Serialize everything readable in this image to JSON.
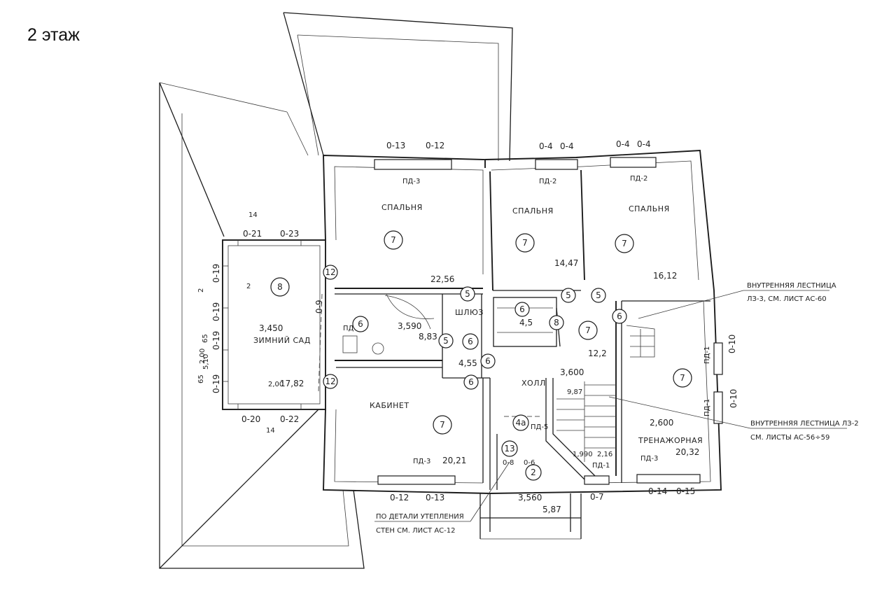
{
  "page": {
    "title": "2 этаж"
  },
  "rooms": [
    {
      "id": "bed1",
      "name": "СПАЛЬНЯ",
      "area": "22,56",
      "number": "7",
      "door": "ПД-3"
    },
    {
      "id": "bed2",
      "name": "СПАЛЬНЯ",
      "area": "14,47",
      "number": "7",
      "door": "ПД-2"
    },
    {
      "id": "bed3",
      "name": "СПАЛЬНЯ",
      "area": "16,12",
      "number": "7",
      "door": "ПД-2"
    },
    {
      "id": "garden",
      "name": "ЗИМНИЙ САД",
      "area": "17,82",
      "number": "8",
      "height": "3,450"
    },
    {
      "id": "bath",
      "area": "8,83",
      "number": "6",
      "height": "3,590",
      "door": "ПД-1"
    },
    {
      "id": "airlock",
      "name": "ШЛЮЗ",
      "area": "4,55",
      "number": "6"
    },
    {
      "id": "wc",
      "area": "4,5",
      "number": "6"
    },
    {
      "id": "hall",
      "name": "ХОЛЛ",
      "area": "12,2",
      "number": "7",
      "height": "3,600"
    },
    {
      "id": "office",
      "name": "КАБИНЕТ",
      "area": "20,21",
      "number": "7",
      "door": "ПД-3"
    },
    {
      "id": "gym",
      "name": "ТРЕНАЖОРНАЯ",
      "area": "20,32",
      "number": "7",
      "height": "2,600",
      "door": "ПД-3"
    },
    {
      "id": "porch",
      "area": "5,87",
      "number": "2",
      "height": "3,560"
    },
    {
      "id": "vest",
      "number": "4а",
      "door": "ПД-5"
    }
  ],
  "windows": {
    "w1": "0-13",
    "w2": "0-12",
    "w3": "0-4",
    "w4": "0-4",
    "w5": "0-4",
    "w6": "0-4",
    "w7": "0-21",
    "w8": "0-23",
    "w9": "0-20",
    "w10": "0-22",
    "w11": "0-12",
    "w12": "0-13",
    "w13": "0-7",
    "w14": "0-14",
    "w15": "0-15",
    "w16": "0-8",
    "w17": "0-6",
    "w18": "0-10",
    "w19": "0-10",
    "w20": "0-9",
    "w21": "0-19",
    "w22": "0-19",
    "w23": "0-19",
    "w24": "0-19"
  },
  "doors": {
    "d1": "ПД-1",
    "d2": "ПД-1",
    "d3": "ПД-1"
  },
  "markers": [
    "12",
    "12",
    "5",
    "5",
    "5",
    "5",
    "6",
    "6",
    "6",
    "8",
    "13",
    "14",
    "14"
  ],
  "dims": {
    "d1": "9,87",
    "d2": "1,990",
    "d3": "2,16",
    "d4": "5,10",
    "d5": "2,00",
    "d6": "65",
    "d7": "65",
    "d8": "2",
    "d9": "2",
    "d10": "2,00"
  },
  "notes": {
    "stair1_a": "ВНУТРЕННЯЯ ЛЕСТНИЦА",
    "stair1_b": "ЛЗ-3, СМ. ЛИСТ АС-60",
    "stair2_a": "ВНУТРЕННЯЯ ЛЕСТНИЦА ЛЗ-2",
    "stair2_b": "СМ. ЛИСТЫ АС-56÷59",
    "insul_a": "ПО ДЕТАЛИ УТЕПЛЕНИЯ",
    "insul_b": "СТЕН СМ. ЛИСТ АС-12"
  }
}
